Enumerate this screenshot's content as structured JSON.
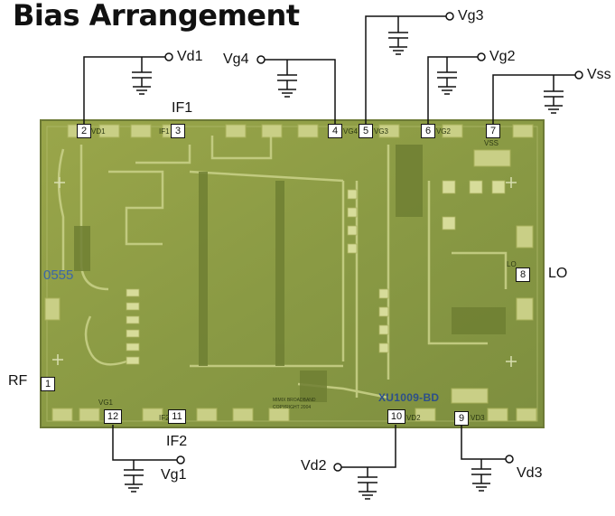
{
  "title": "Bias Arrangement",
  "chip": {
    "part_marking": "XU1009-BD",
    "die_code": "0555",
    "vendor_line1": "MIMIX BROADBAND",
    "vendor_line2": "COPYRIGHT 2004"
  },
  "pads": [
    {
      "num": "1",
      "pin": "",
      "label": "RF"
    },
    {
      "num": "2",
      "pin": "VD1",
      "label": "Vd1"
    },
    {
      "num": "3",
      "pin": "IF1",
      "label": "IF1"
    },
    {
      "num": "4",
      "pin": "VG4",
      "label": "Vg4"
    },
    {
      "num": "5",
      "pin": "VG3",
      "label": "Vg3"
    },
    {
      "num": "6",
      "pin": "VG2",
      "label": "Vg2"
    },
    {
      "num": "7",
      "pin": "VSS",
      "label": "Vss"
    },
    {
      "num": "8",
      "pin": "LO",
      "label": "LO"
    },
    {
      "num": "9",
      "pin": "VD3",
      "label": "Vd3"
    },
    {
      "num": "10",
      "pin": "VD2",
      "label": "Vd2"
    },
    {
      "num": "11",
      "pin": "IF2",
      "label": "IF2"
    },
    {
      "num": "12",
      "pin": "VG1",
      "label": "Vg1"
    }
  ]
}
